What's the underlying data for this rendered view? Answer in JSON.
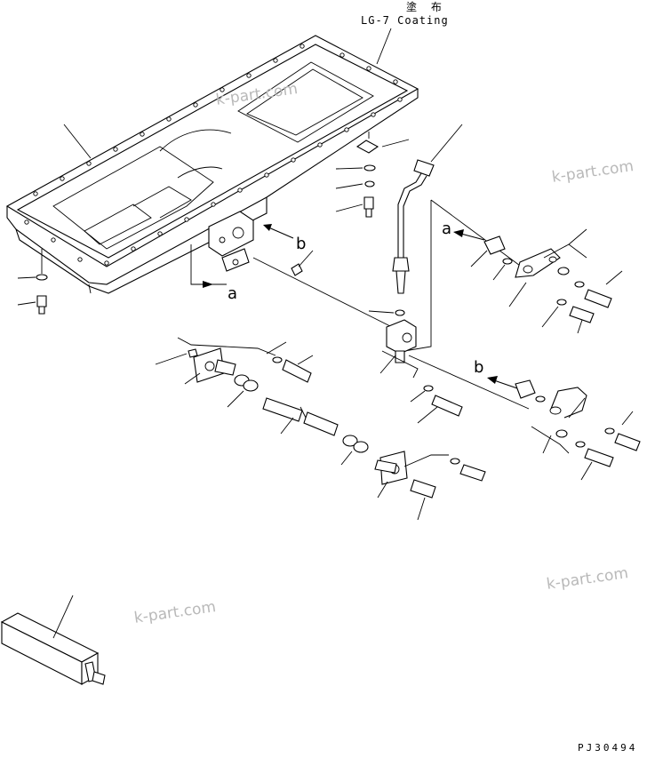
{
  "annotation": {
    "coating_japanese": "塗 布",
    "coating_english": "LG-7 Coating"
  },
  "view_markers": {
    "a": "a",
    "b": "b"
  },
  "watermark": "k-part.com",
  "figure_code": "PJ30494"
}
